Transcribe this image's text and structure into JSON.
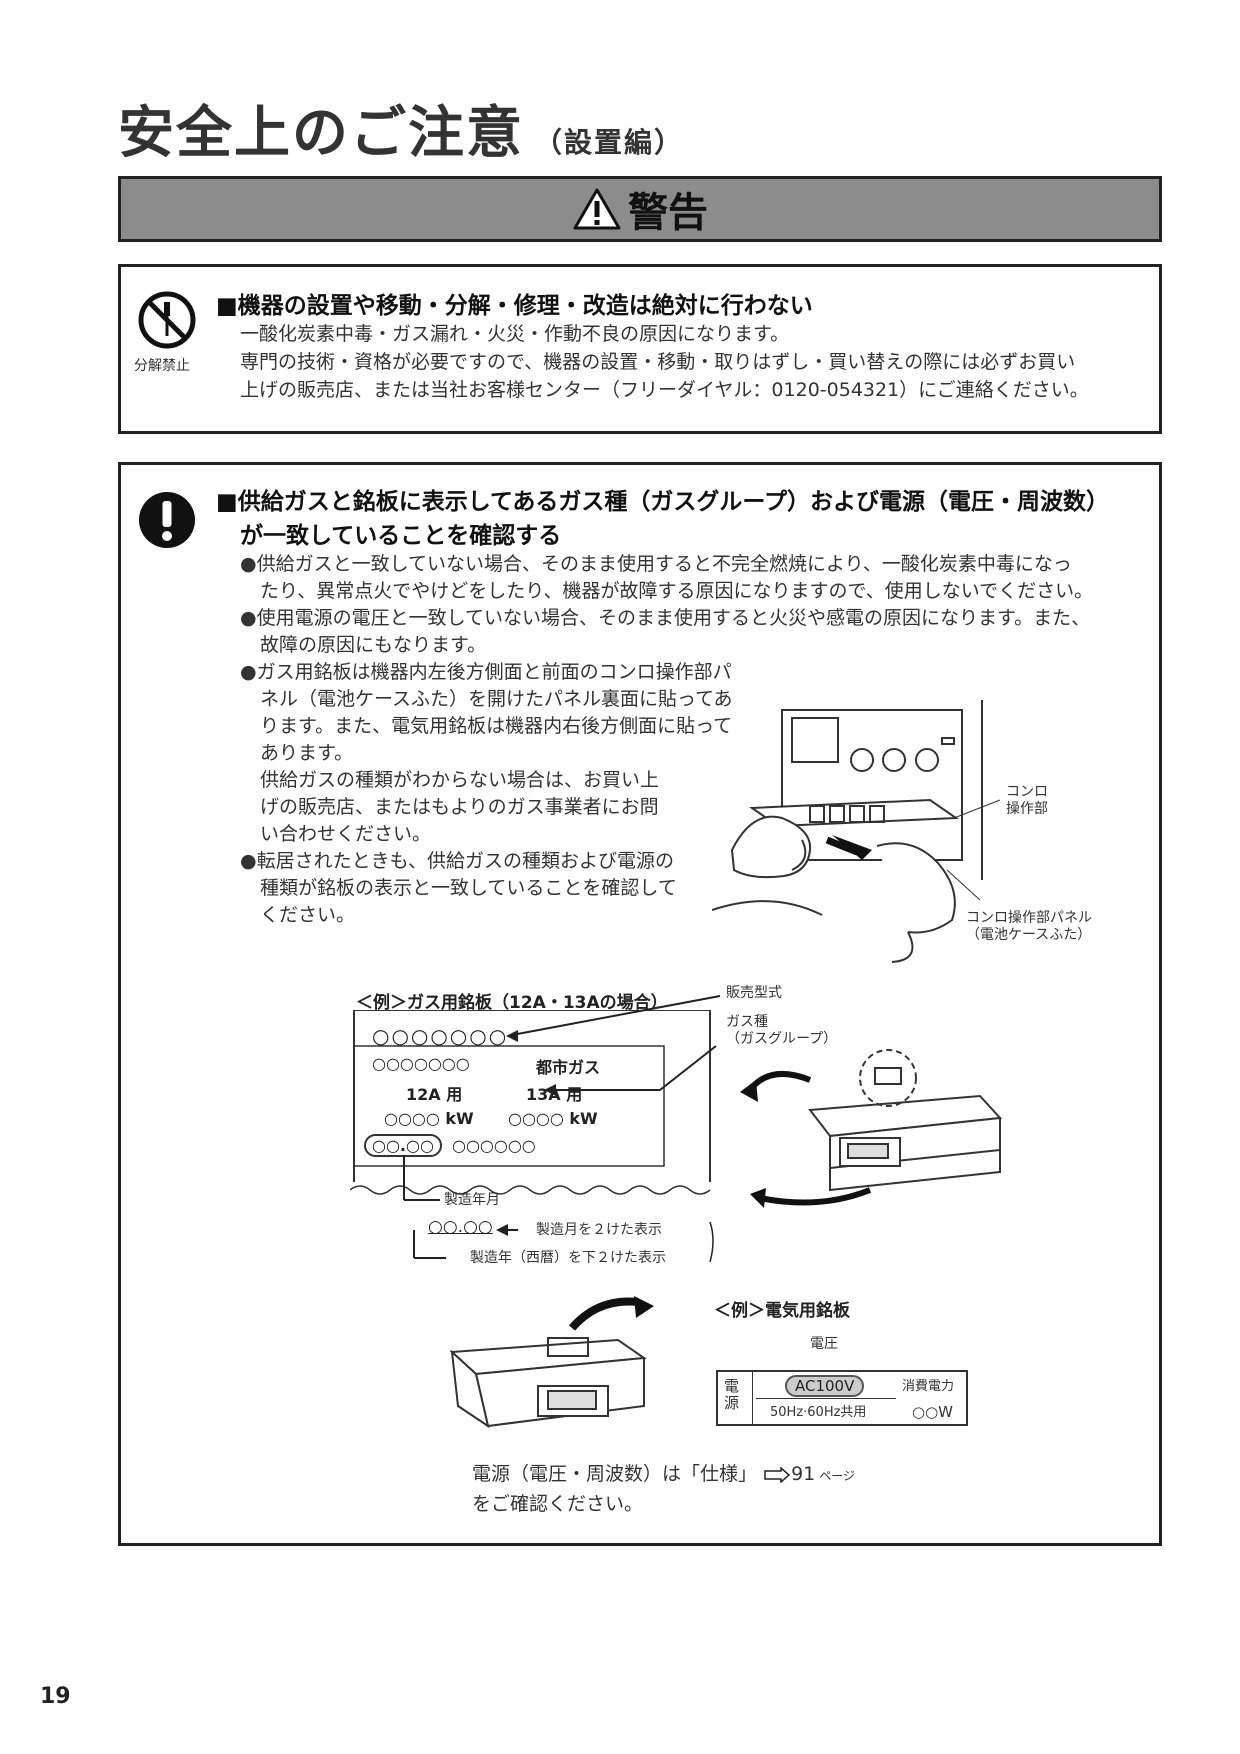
{
  "title": {
    "main": "安全上のご注意",
    "sub": "（設置編）"
  },
  "warning_label": "警告",
  "section1": {
    "icon_caption": "分解禁止",
    "heading": "■機器の設置や移動・分解・修理・改造は絶対に行わない",
    "lines": [
      "一酸化炭素中毒・ガス漏れ・火災・作動不良の原因になります。",
      "専門の技術・資格が必要ですので、機器の設置・移動・取りはずし・買い替えの際には必ずお買い",
      "上げの販売店、または当社お客様センター（フリーダイヤル：0120-054321）にご連絡ください。"
    ]
  },
  "section2": {
    "heading_line1": "■供給ガスと銘板に表示してあるガス種（ガスグループ）および電源（電圧・周波数）",
    "heading_line2": "が一致していることを確認する",
    "bullet1_line1": "●供給ガスと一致していない場合、そのまま使用すると不完全燃焼により、一酸化炭素中毒になっ",
    "bullet1_line2": "たり、異常点火でやけどをしたり、機器が故障する原因になりますので、使用しないでください。",
    "bullet2_line1": "●使用電源の電圧と一致していない場合、そのまま使用すると火災や感電の原因になります。また、",
    "bullet2_line2": "故障の原因にもなります。",
    "bullet3_lines": [
      "●ガス用銘板は機器内左後方側面と前面のコンロ操作部パ",
      "ネル（電池ケースふた）を開けたパネル裏面に貼ってあ",
      "ります。また、電気用銘板は機器内右後方側面に貼って",
      "あります。",
      "供給ガスの種類がわからない場合は、お買い上",
      "げの販売店、またはもよりのガス事業者にお問",
      "い合わせください。"
    ],
    "bullet4_lines": [
      "●転居されたときも、供給ガスの種類および電源の",
      "種類が銘板の表示と一致していることを確認して",
      "ください。"
    ],
    "fig1": {
      "label_panel": [
        "コンロ",
        "操作部"
      ],
      "label_cover": [
        "コンロ操作部パネル",
        "（電池ケースふた）"
      ]
    },
    "gas_plate": {
      "title": "＜例＞ガス用銘板（12A・13Aの場合）",
      "model_label": "販売型式",
      "gas_type_label": [
        "ガス種",
        "（ガスグループ）"
      ],
      "row1": "○○○○○○○",
      "row2_left": "○○○○○○○",
      "row2_right": "都市ガス",
      "row3_left": "12A 用",
      "row3_right": "13A 用",
      "row4_left": "○○○○ kW",
      "row4_right": "○○○○ kW",
      "row5_date": "○○.○○",
      "row5_rest": "○○○○○○",
      "mfg_label": "製造年月",
      "mfg_example": "○○.○○",
      "mfg_month": "製造月を２けた表示",
      "mfg_year": "製造年（西暦）を下２けた表示"
    },
    "elec_plate": {
      "title": "＜例＞電気用銘板",
      "voltage_label": "電圧",
      "source_label": [
        "電",
        "源"
      ],
      "voltage": "AC100V",
      "frequency": "50Hz·60Hz共用",
      "power_label": "消費電力",
      "power": "○○W"
    },
    "footer_line1": "電源（電圧・周波数）は「仕様」",
    "footer_ref": "91",
    "footer_page": "ページ",
    "footer_line2": "をご確認ください。"
  },
  "page_number": "19"
}
